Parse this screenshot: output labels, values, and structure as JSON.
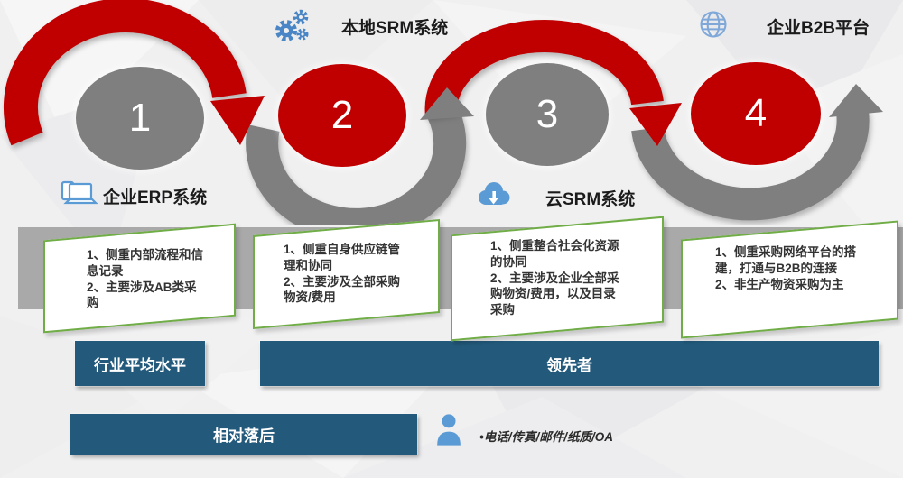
{
  "header": {
    "local_srm_label": "本地SRM系统",
    "b2b_label": "企业B2B平台"
  },
  "mid_labels": {
    "erp_label": "企业ERP系统",
    "cloud_srm_label": "云SRM系统"
  },
  "steps": [
    {
      "number": "1",
      "circle_color": "#7f7f7f"
    },
    {
      "number": "2",
      "circle_color": "#c00000"
    },
    {
      "number": "3",
      "circle_color": "#7f7f7f"
    },
    {
      "number": "4",
      "circle_color": "#c00000"
    }
  ],
  "boxes": [
    {
      "lines": [
        "1、侧重内部流程和信息记录",
        "2、主要涉及AB类采购"
      ]
    },
    {
      "lines": [
        "1、侧重自身供应链管理和协同",
        "2、主要涉及全部采购物资/费用"
      ]
    },
    {
      "lines": [
        "1、侧重整合社会化资源的协同",
        "2、主要涉及企业全部采购物资/费用，以及目录采购"
      ]
    },
    {
      "lines": [
        "1、侧重采购网络平台的搭建，打通与B2B的连接",
        "2、非生产物资采购为主"
      ]
    }
  ],
  "bars": [
    {
      "label": "行业平均水平"
    },
    {
      "label": "领先者"
    },
    {
      "label": "相对落后"
    }
  ],
  "footnote": {
    "text": "•电话/传真/邮件/纸质/OA"
  },
  "icons": [
    "gears-icon",
    "globe-icon",
    "laptop-icon",
    "cloud-download-icon",
    "person-icon"
  ],
  "colors": {
    "red": "#c00000",
    "gray": "#7f7f7f",
    "band_gray": "#a9a9a9",
    "bar_blue": "#235a7c",
    "green_border": "#70AD47",
    "icon_blue": "#5b9bd5"
  }
}
